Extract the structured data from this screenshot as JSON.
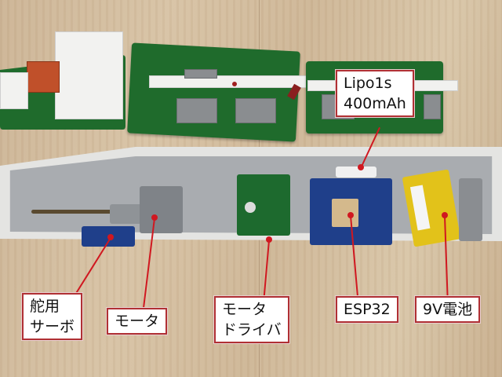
{
  "image": {
    "description": "Photo of a disassembled RC model ship hull showing internal electronics, annotated with callout labels"
  },
  "labels": {
    "lipo": "Lipo1s\n400mAh",
    "servo": "舵用\nサーボ",
    "motor": "モータ",
    "motor_driver": "モータ\nドライバ",
    "esp32": "ESP32",
    "battery_9v": "9V電池"
  },
  "colors": {
    "label_border": "#b03034",
    "leader_line": "#d01820",
    "deck_green": "#1f6b2c",
    "hull_gray": "#a9acb0",
    "battery_yellow": "#e2c21a",
    "pcb_blue": "#1f3f8a",
    "pcb_green": "#1d6a2e"
  }
}
